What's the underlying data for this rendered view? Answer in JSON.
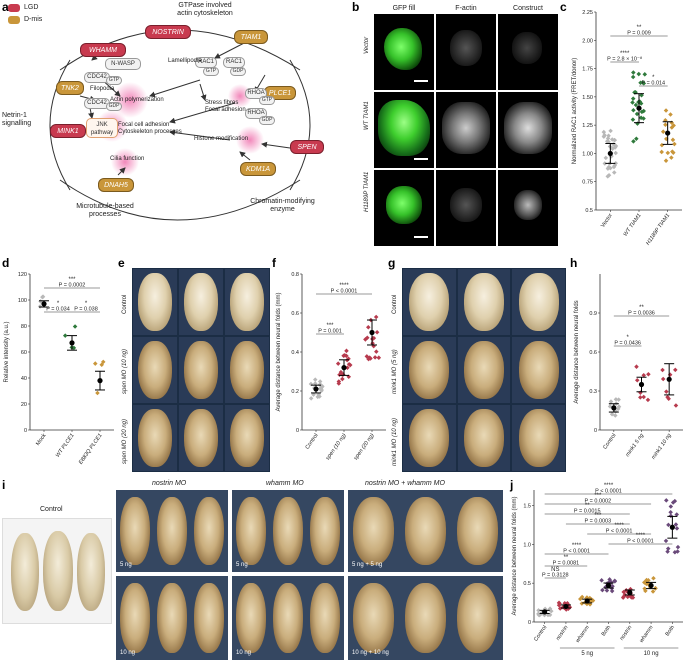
{
  "panels": {
    "a": "a",
    "b": "b",
    "c": "c",
    "d": "d",
    "e": "e",
    "f": "f",
    "g": "g",
    "h": "h",
    "i": "i",
    "j": "j"
  },
  "panel_a": {
    "legend": [
      {
        "label": "LGD",
        "color": "#c83a4f"
      },
      {
        "label": "D-mis",
        "color": "#c9963a"
      }
    ],
    "headers": {
      "gtpase": "GTPase involved\nactin cytoskeleton",
      "netrin": "Netrin-1\nsignalling",
      "microtubule": "Microtubule-based\nprocesses",
      "chromatin": "Chromatin-modifying\nenzyme"
    },
    "genes": {
      "whamm": "WHAMM",
      "nostrin": "NOSTRIN",
      "tiam1": "TIAM1",
      "tnk2": "TNK2",
      "plce1": "PLCE1",
      "mink1": "MINK1",
      "dnah5": "DNAH5",
      "kdm1a": "KDM1A",
      "spen": "SPEN"
    },
    "proteins": {
      "nwasp": "N-WASP",
      "cdc42": "CDC42",
      "gtp": "GTP",
      "gdp": "GDP",
      "rac1": "RAC1",
      "rhoa": "RHOA",
      "jnk": "JNK\npathway"
    },
    "processes": {
      "filopodia": "Filopodia",
      "lamellipodia": "Lamellipodia",
      "actin": "Actin polymerization",
      "stress": "Stress fibres\nFocal adhesion",
      "focal": "Focal cell adhesion\nCytoskeleton processes",
      "cilia": "Cilia function",
      "histone": "Histone modification"
    }
  },
  "panel_b": {
    "columns": [
      "GFP fill",
      "F-actin",
      "Construct"
    ],
    "rows": [
      "Vector",
      "WT TIAM1",
      "H1189P TIAM1"
    ]
  },
  "chart_c": {
    "type": "scatter",
    "ylabel": "Normalized RAC1 activity (FRET/donor)",
    "categories": [
      "Vector",
      "WT TIAM1",
      "H1189P TIAM1"
    ],
    "yticks": [
      "0.5",
      "0.75",
      "1.00",
      "1.25",
      "1.50",
      "1.75",
      "2.00",
      "2.25"
    ],
    "ylim": [
      0.5,
      2.25
    ],
    "means": [
      1.0,
      1.4,
      1.18
    ],
    "stats": [
      "**",
      "P = 0.009",
      "****",
      "P = 2.8 × 10⁻⁸",
      "*",
      "P = 0.014"
    ]
  },
  "chart_d": {
    "type": "scatter",
    "ylabel": "Relative intensity (a.u.)",
    "categories": [
      "Mock",
      "WT PLCE1",
      "E883Q PLCE1"
    ],
    "yticks": [
      "0",
      "20",
      "40",
      "60",
      "80",
      "100",
      "120"
    ],
    "ylim": [
      0,
      120
    ],
    "means": [
      97,
      67,
      38
    ],
    "stats": [
      "***",
      "P = 0.0002",
      "*",
      "P = 0.034",
      "*",
      "P = 0.038"
    ]
  },
  "panel_e": {
    "rows": [
      "Control",
      "spen MO (10 ng)",
      "spen MO (20 ng)"
    ]
  },
  "chart_f": {
    "type": "scatter",
    "ylabel": "Average distance between neural folds (mm)",
    "categories": [
      "Control",
      "spen (10 ng)",
      "spen (20 ng)"
    ],
    "yticks": [
      "0",
      "0.2",
      "0.4",
      "0.6",
      "0.8"
    ],
    "ylim": [
      0,
      0.8
    ],
    "means": [
      0.21,
      0.32,
      0.5
    ],
    "stats": [
      "****",
      "P < 0.0001",
      "***",
      "P = 0.001"
    ]
  },
  "panel_g": {
    "rows": [
      "Control",
      "mink1 MO (5 ng)",
      "mink1 MO (10 ng)"
    ]
  },
  "chart_h": {
    "type": "scatter",
    "ylabel": "Average distance between neural folds",
    "categories": [
      "Control",
      "mink1 5 ng",
      "mink1 10 ng"
    ],
    "yticks": [
      "0",
      "0.3",
      "0.6",
      "0.9"
    ],
    "ylim": [
      0,
      1.2
    ],
    "means": [
      0.17,
      0.35,
      0.39
    ],
    "stats": [
      "**",
      "P = 0.0036",
      "*",
      "P = 0.0436"
    ]
  },
  "panel_i": {
    "control": "Control",
    "groups": [
      "nostrin MO",
      "whamm MO",
      "nostrin MO + whamm MO"
    ],
    "doses": [
      "5 ng",
      "5 ng",
      "5 ng + 5 ng",
      "10 ng",
      "10 ng",
      "10 ng + 10 ng"
    ]
  },
  "chart_j": {
    "type": "scatter",
    "ylabel": "Average distance between neural folds (mm)",
    "categories": [
      "Control",
      "nostrin",
      "whamm",
      "Both",
      "nostrin",
      "whamm",
      "Both"
    ],
    "group_labels": [
      "5 ng",
      "10 ng"
    ],
    "yticks": [
      "0",
      "0.5",
      "1.0",
      "1.5"
    ],
    "ylim": [
      0,
      1.7
    ],
    "means": [
      0.13,
      0.2,
      0.27,
      0.47,
      0.38,
      0.47,
      1.22
    ],
    "stats": [
      "****",
      "P < 0.0001",
      "***",
      "P = 0.0002",
      "**",
      "P = 0.0015",
      "***",
      "P = 0.0003",
      "****",
      "P < 0.0001",
      "****",
      "P < 0.0001",
      "****",
      "P < 0.0001",
      "**",
      "P = 0.0081",
      "NS",
      "P = 0.3128"
    ]
  }
}
